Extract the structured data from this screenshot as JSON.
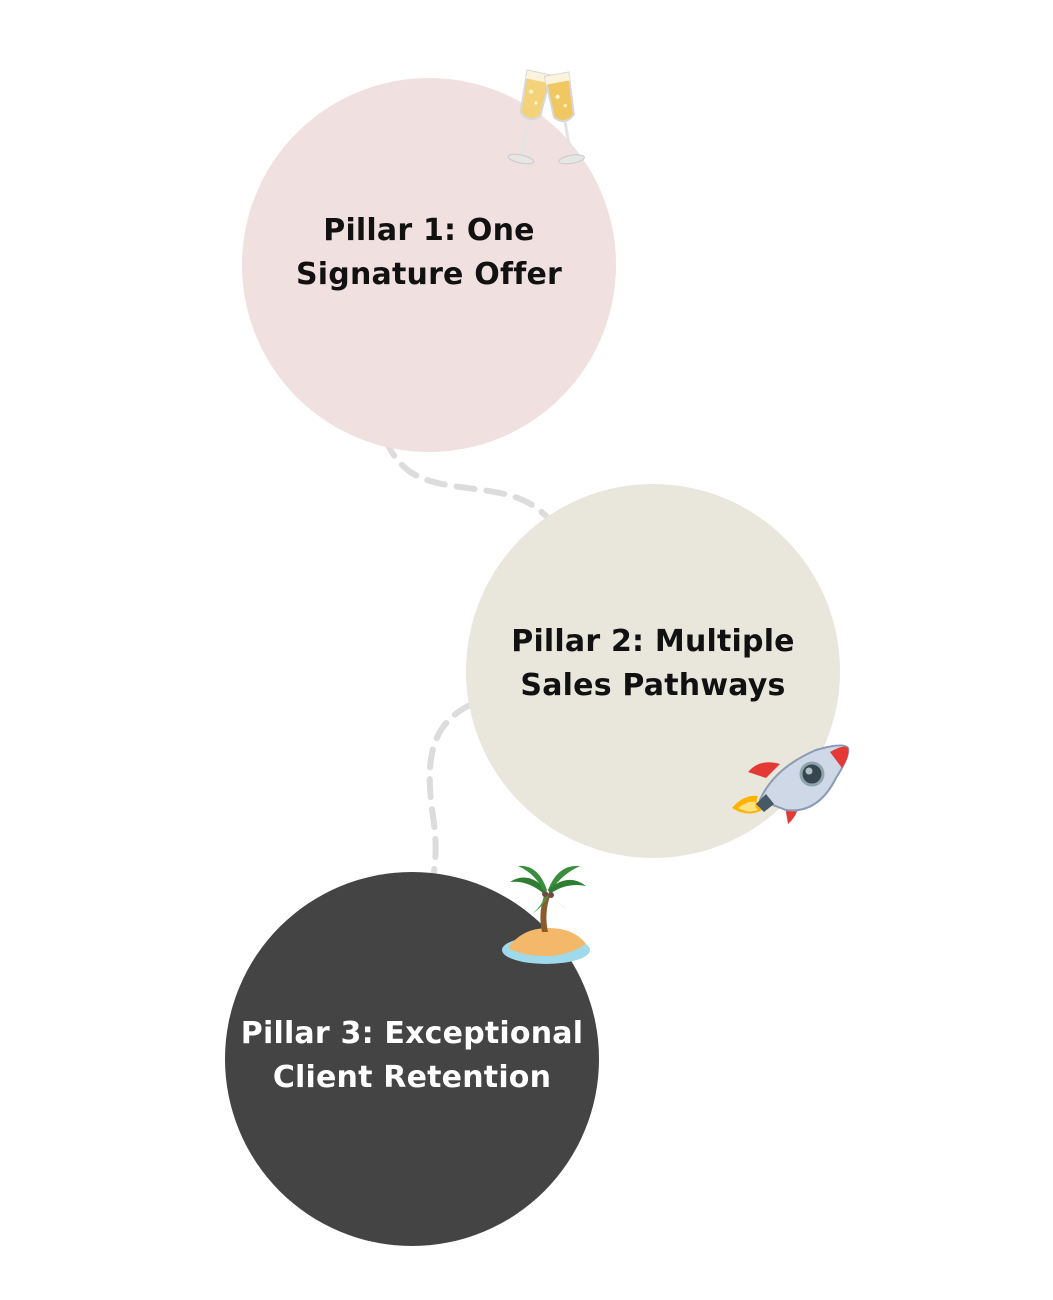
{
  "pillars": [
    {
      "line1": "Pillar 1: One",
      "line2": "Signature Offer",
      "color": "#f1e0e0",
      "text_color": "#111111",
      "icon": "champagne-glasses-icon"
    },
    {
      "line1": "Pillar 2: Multiple",
      "line2": "Sales Pathways",
      "color": "#e9e6dc",
      "text_color": "#111111",
      "icon": "rocket-icon"
    },
    {
      "line1": "Pillar 3: Exceptional",
      "line2": "Client Retention",
      "color": "#444444",
      "text_color": "#ffffff",
      "icon": "desert-island-icon"
    }
  ],
  "connector_color": "#dcdcdc",
  "connector_style": "dashed"
}
